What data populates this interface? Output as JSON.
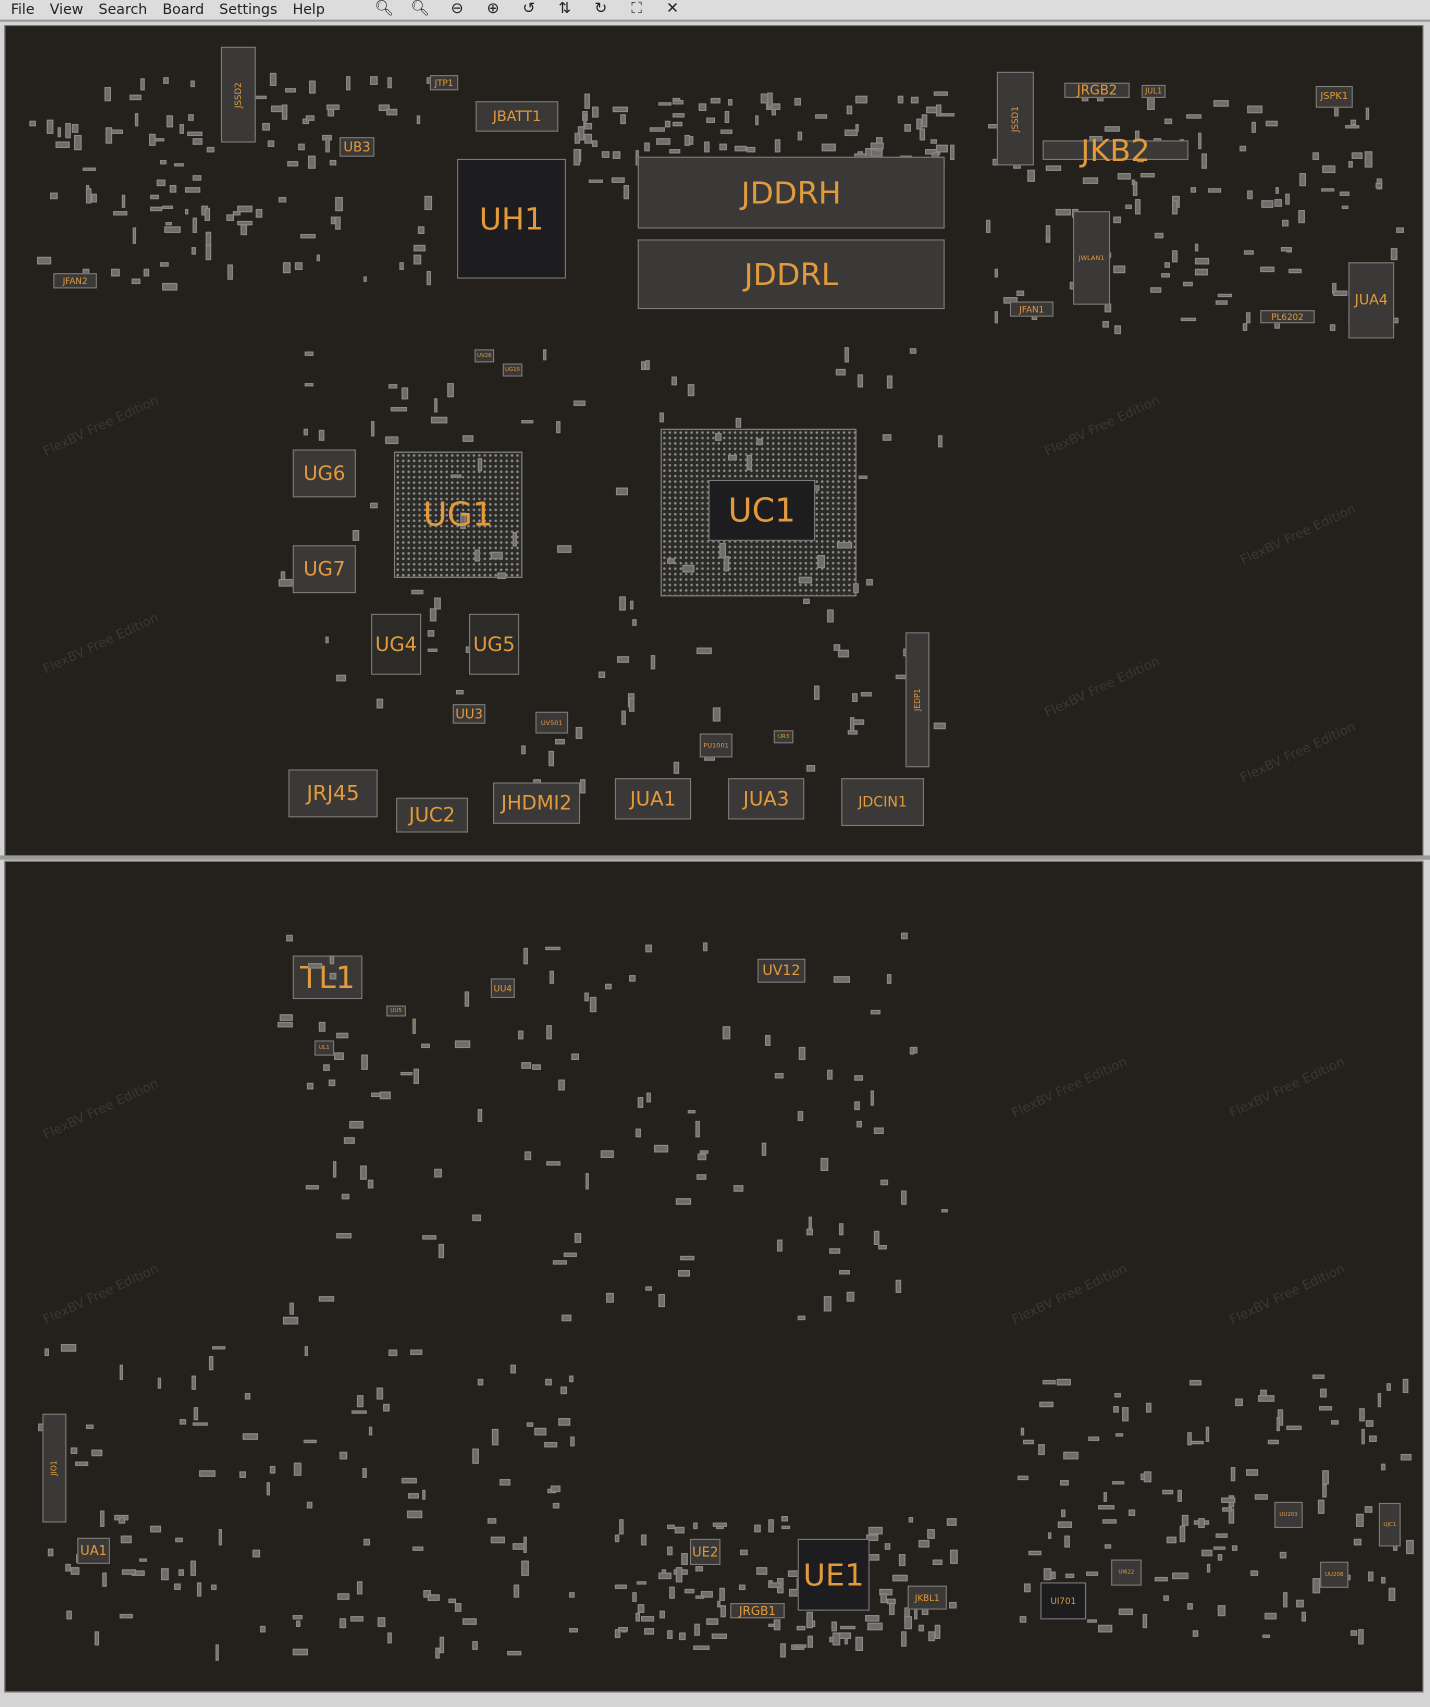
{
  "menu": [
    "File",
    "View",
    "Search",
    "Board",
    "Settings",
    "Help"
  ],
  "toolbar": [
    {
      "icon": "zoom-out-icon",
      "glyph": "🔍︎"
    },
    {
      "icon": "zoom-in-icon",
      "glyph": "🔍︎"
    },
    {
      "icon": "zoom-minus-icon",
      "glyph": "⊖"
    },
    {
      "icon": "zoom-plus-icon",
      "glyph": "⊕"
    },
    {
      "icon": "rotate-ccw-icon",
      "glyph": "↺"
    },
    {
      "icon": "flip-icon",
      "glyph": "⇅"
    },
    {
      "icon": "rotate-cw-icon",
      "glyph": "↻"
    },
    {
      "icon": "fit-view-icon",
      "glyph": "⛶"
    },
    {
      "icon": "close-icon",
      "glyph": "✕"
    }
  ],
  "watermark": "FlexBV Free Edition",
  "top_components": [
    "JSSD2",
    "JTP1",
    "JBATT1",
    "UB3",
    "UH1",
    "JDDRH",
    "JDDRL",
    "JSSD1",
    "JRGB2",
    "JUL1",
    "JKB2",
    "JSPK1",
    "JWLAN1",
    "JFAN1",
    "PL6202",
    "JUA4",
    "JFAN2",
    "UG6",
    "UG1",
    "UG7",
    "UC1",
    "UG4",
    "UG5",
    "UU3",
    "JRJ45",
    "JUC2",
    "JHDMI2",
    "JUA1",
    "JUA3",
    "JDCIN1",
    "JEDP1",
    "UV26",
    "UG15",
    "UV501",
    "PU1001",
    "UR3"
  ],
  "bottom_components": [
    "TL1",
    "UU4",
    "UV12",
    "JIO1",
    "UA1",
    "UE2",
    "UE1",
    "JRGB1",
    "JKBL1",
    "UI701",
    "UJC1",
    "UL1",
    "UU5",
    "UI622",
    "UU203",
    "UU208"
  ],
  "colors": {
    "board": "#24211c",
    "label": "#e39a3c",
    "outline": "#7e7c78"
  }
}
